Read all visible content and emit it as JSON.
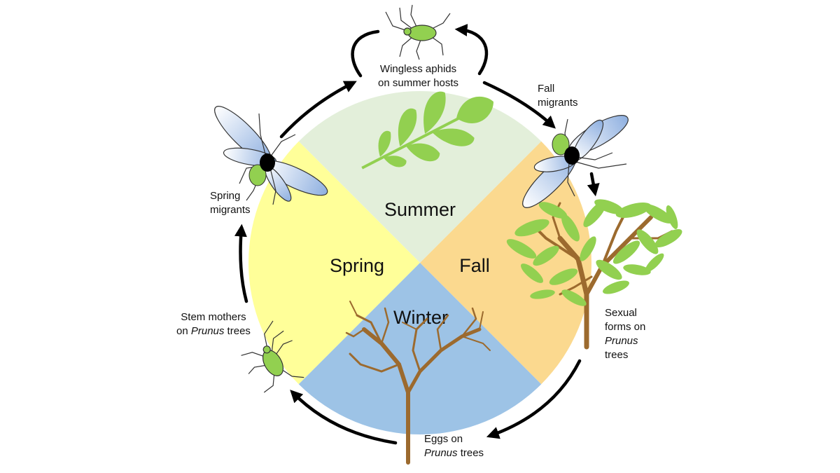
{
  "seasons": {
    "summer": "Summer",
    "spring": "Spring",
    "fall": "Fall",
    "winter": "Winter"
  },
  "labels": {
    "wingless": {
      "line1": "Wingless aphids",
      "line2": "on summer hosts"
    },
    "fall_migrants": {
      "line1": "Fall",
      "line2": "migrants"
    },
    "spring_migrants": {
      "line1": "Spring",
      "line2": "migrants"
    },
    "stem_mothers": {
      "line1": "Stem mothers",
      "line2_pre": "on ",
      "line2_italic": "Prunus",
      "line2_post": " trees"
    },
    "sexual_forms": {
      "line1": "Sexual",
      "line2": "forms on",
      "line3_italic": "Prunus",
      "line4": "trees"
    },
    "eggs": {
      "line1": "Eggs on",
      "line2_italic": "Prunus",
      "line2_post": " trees"
    }
  },
  "colors": {
    "summer": "#e3efda",
    "spring": "#ffff99",
    "fall": "#fbd98f",
    "winter": "#9dc3e6",
    "aphid": "#92d050",
    "leaf": "#92d050",
    "bark": "#9c6a2e",
    "wing": "#a9c3e8"
  }
}
